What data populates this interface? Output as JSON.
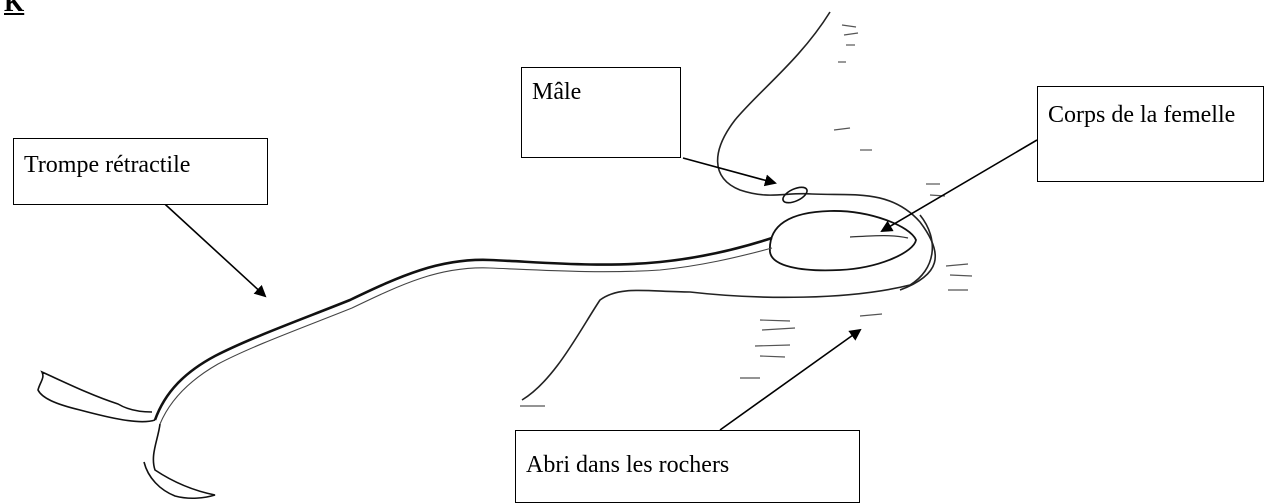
{
  "figure": {
    "corner_letter": "K"
  },
  "labels": {
    "male": "Mâle",
    "trompe": "Trompe rétractile",
    "corps": "Corps de la femelle",
    "abri": "Abri dans les rochers"
  }
}
